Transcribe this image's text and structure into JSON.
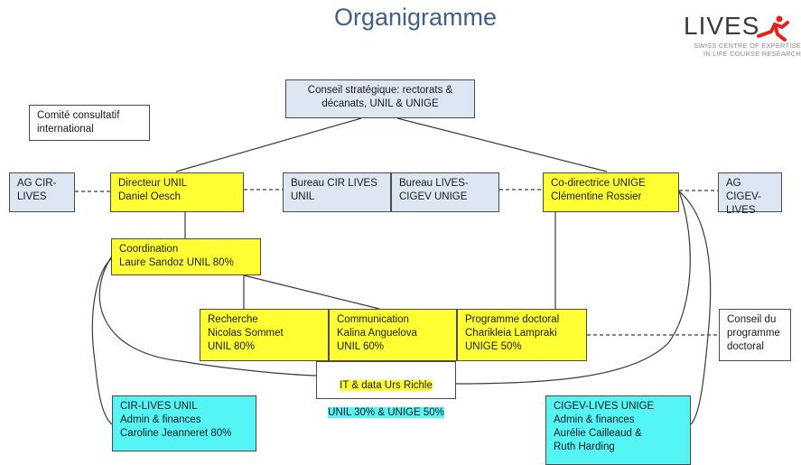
{
  "title": "Organigramme",
  "logo": {
    "word": "LIVES",
    "tagline_1": "SWISS CENTRE OF EXPERTISE",
    "tagline_2": "IN LIFE COURSE RESEARCH",
    "icon": "running-figure-icon",
    "color": "#e2231a"
  },
  "nodes": {
    "conseil_strategique": "Conseil stratégique: rectorats &\ndécanats, UNIL & UNIGE",
    "comite_consultatif": "Comité consultatif\ninternational",
    "ag_cir_lives": "AG CIR-\nLIVES",
    "directeur_unil": "Directeur UNIL\nDaniel Oesch",
    "bureau_cir_lives": "Bureau CIR LIVES\nUNIL",
    "bureau_lives_cigev": "Bureau LIVES-\nCIGEV UNIGE",
    "codirectrice_unige": "Co-directrice UNIGE\nClémentine Rossier",
    "ag_cigev_lives": "AG CIGEV-\nLIVES",
    "coordination": "Coordination\nLaure Sandoz UNIL 80%",
    "recherche": "Recherche\nNicolas Sommet\nUNIL 80%",
    "communication": "Communication\nKalina Anguelova\nUNIL 60%",
    "programme_doctoral": "Programme doctoral\nCharikleia Lampraki\nUNIGE 50%",
    "conseil_programme": "Conseil du\nprogramme\ndoctoral",
    "it_data_line1": "IT & data Urs Richle",
    "it_data_line2": "UNIL 30% & UNIGE 50%",
    "cir_lives_unil": "CIR-LIVES UNIL\nAdmin & finances\nCaroline Jeanneret 80%",
    "cigev_lives_unige": "CIGEV-LIVES UNIGE\nAdmin & finances\nAurélie Cailleaud &\nRuth Harding"
  },
  "colors": {
    "title": "#3f5f86",
    "governance_box": "#dde7f3",
    "staff_box": "#ffff33",
    "admin_box": "#55f5f5",
    "border": "#4a4a4a"
  }
}
